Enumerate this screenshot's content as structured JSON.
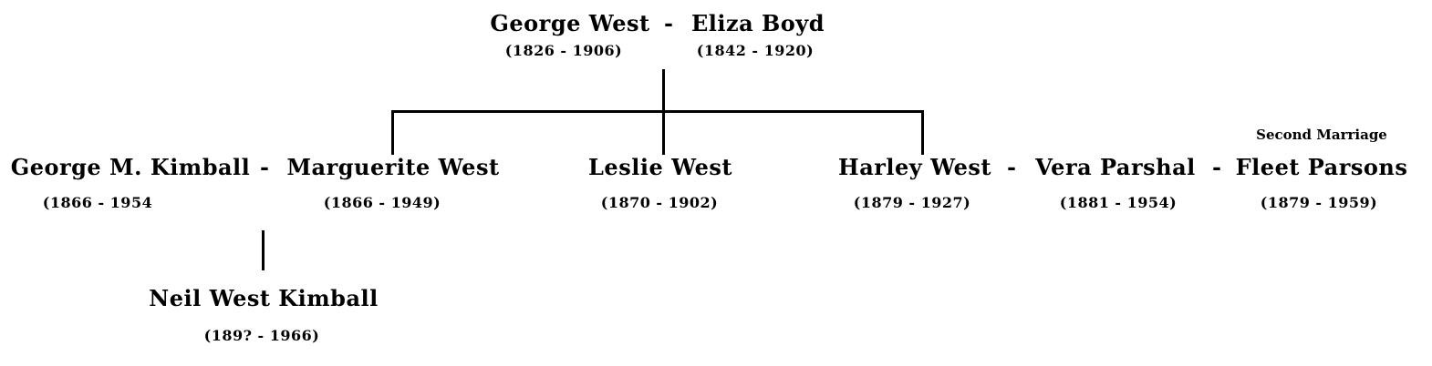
{
  "separator": "-",
  "colors": {
    "text": "#000000",
    "line": "#000000",
    "background": "#ffffff"
  },
  "people": {
    "george_west": {
      "name": "George West",
      "dates": "(1826 - 1906)"
    },
    "eliza_boyd": {
      "name": "Eliza Boyd",
      "dates": "(1842 - 1920)"
    },
    "george_m_kimball": {
      "name": "George M. Kimball",
      "dates": "(1866 - 1954"
    },
    "marguerite_west": {
      "name": "Marguerite West",
      "dates": "(1866 - 1949)"
    },
    "leslie_west": {
      "name": "Leslie West",
      "dates": "(1870 - 1902)"
    },
    "harley_west": {
      "name": "Harley West",
      "dates": "(1879 - 1927)"
    },
    "vera_parshal": {
      "name": "Vera Parshal",
      "dates": "(1881 - 1954)"
    },
    "fleet_parsons": {
      "name": "Fleet Parsons",
      "dates": "(1879 - 1959)",
      "annotation": "Second Marriage"
    },
    "neil_west_kimball": {
      "name": "Neil West Kimball",
      "dates": "(189? - 1966)"
    }
  }
}
